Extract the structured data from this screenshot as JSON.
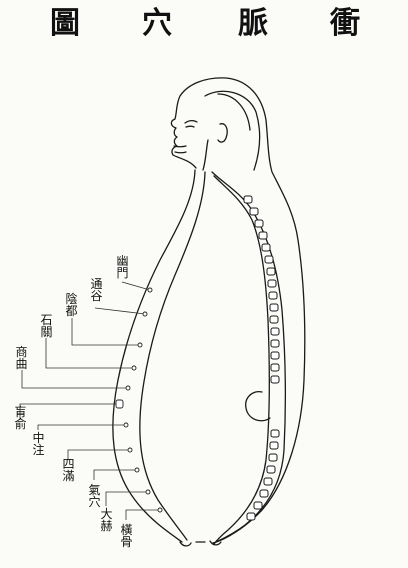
{
  "title": [
    "圖",
    "穴",
    "脈",
    "衝"
  ],
  "points": [
    "幽門",
    "通谷",
    "陰都",
    "石關",
    "商曲",
    "肓俞",
    "中注",
    "四滿",
    "氣穴",
    "大赫",
    "橫骨"
  ]
}
